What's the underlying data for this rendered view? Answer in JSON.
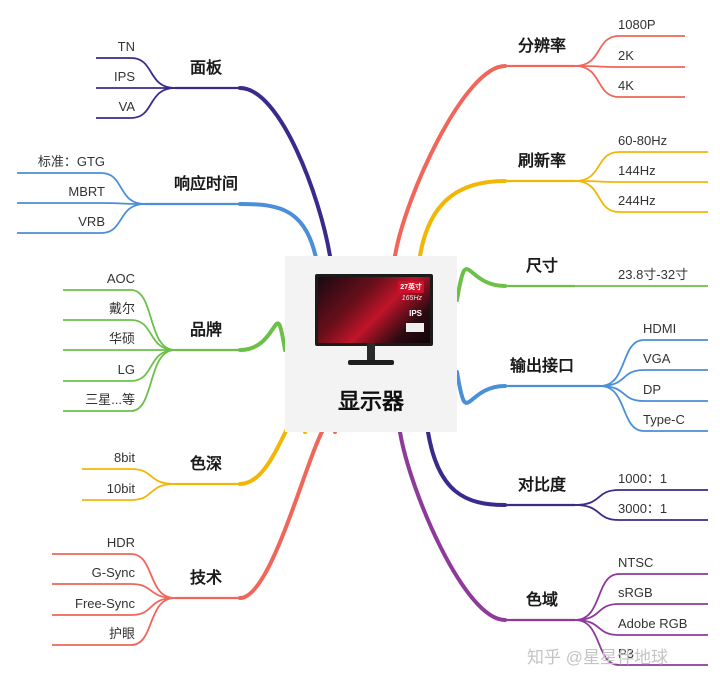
{
  "center": {
    "title": "显示器",
    "image": "rog-monitor-image"
  },
  "center_screen": {
    "badge": "27英寸",
    "hz": "165Hz",
    "ips": "IPS"
  },
  "branches": [
    {
      "label": "面板",
      "color": "#3b2a8c",
      "children": [
        "TN",
        "IPS",
        "VA"
      ]
    },
    {
      "label": "响应时间",
      "color": "#4a8fd8",
      "children": [
        "标准：GTG",
        "MBRT",
        "VRB"
      ]
    },
    {
      "label": "品牌",
      "color": "#6cc04a",
      "children": [
        "AOC",
        "戴尔",
        "华硕",
        "LG",
        "三星...等"
      ]
    },
    {
      "label": "色深",
      "color": "#f2b705",
      "children": [
        "8bit",
        "10bit"
      ]
    },
    {
      "label": "技术",
      "color": "#f0665a",
      "children": [
        "HDR",
        "G-Sync",
        "Free-Sync",
        "护眼"
      ]
    },
    {
      "label": "分辨率",
      "color": "#f0665a",
      "children": [
        "1080P",
        "2K",
        "4K"
      ]
    },
    {
      "label": "刷新率",
      "color": "#f2b705",
      "children": [
        "60-80Hz",
        "144Hz",
        "244Hz"
      ]
    },
    {
      "label": "尺寸",
      "color": "#6cc04a",
      "children": [
        "23.8寸-32寸"
      ]
    },
    {
      "label": "输出接口",
      "color": "#4a8fd8",
      "children": [
        "HDMI",
        "VGA",
        "DP",
        "Type-C"
      ]
    },
    {
      "label": "对比度",
      "color": "#3b2a8c",
      "children": [
        "1000：1",
        "3000：1"
      ]
    },
    {
      "label": "色域",
      "color": "#8e3a9a",
      "children": [
        "NTSC",
        "sRGB",
        "Adobe RGB",
        "P3"
      ]
    }
  ],
  "watermark": "知乎 @星星伴地球"
}
